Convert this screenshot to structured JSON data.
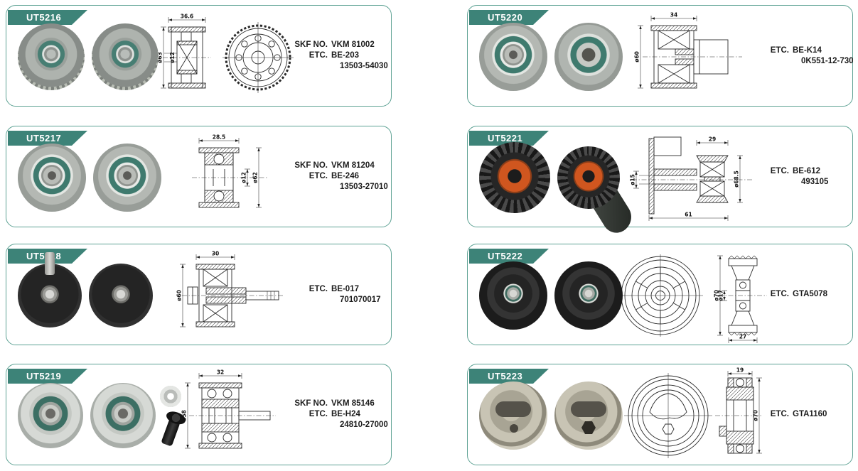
{
  "theme": {
    "tab_bg": "#3d8378",
    "tab_text": "#ffffff",
    "card_border": "#5ea294",
    "text_color": "#1c1c1c"
  },
  "cards": [
    {
      "id": "UT5216",
      "drawing": {
        "dim_top": "36.6",
        "dim_left": "ø63",
        "dim_inner": "ø12"
      },
      "refs": [
        {
          "label": "SKF NO.",
          "value": "VKM 81002"
        },
        {
          "label": "ETC.",
          "value": "BE-203"
        },
        {
          "label": "",
          "value": "13503-54030"
        }
      ]
    },
    {
      "id": "UT5217",
      "drawing": {
        "dim_top": "28.5",
        "dim_inner": "ø12",
        "dim_right": "ø62"
      },
      "refs": [
        {
          "label": "SKF NO.",
          "value": "VKM 81204"
        },
        {
          "label": "ETC.",
          "value": "BE-246"
        },
        {
          "label": "",
          "value": "13503-27010"
        }
      ]
    },
    {
      "id": "UT5218",
      "drawing": {
        "dim_top": "30",
        "dim_left": "ø60"
      },
      "refs": [
        {
          "label": "ETC.",
          "value": "BE-017"
        },
        {
          "label": "",
          "value": "701070017"
        }
      ]
    },
    {
      "id": "UT5219",
      "drawing": {
        "dim_top": "32",
        "dim_left": "ø58"
      },
      "refs": [
        {
          "label": "SKF NO.",
          "value": "VKM 85146"
        },
        {
          "label": "ETC.",
          "value": "BE-H24"
        },
        {
          "label": "",
          "value": "24810-27000"
        }
      ]
    },
    {
      "id": "UT5220",
      "drawing": {
        "dim_top": "34",
        "dim_left": "ø60"
      },
      "refs": [
        {
          "label": "ETC.",
          "value": "BE-K14"
        },
        {
          "label": "",
          "value": "0K551-12-730"
        }
      ]
    },
    {
      "id": "UT5221",
      "drawing": {
        "dim_top": "29",
        "dim_left": "ø15",
        "dim_right": "ø68.5",
        "dim_bottom": "61"
      },
      "refs": [
        {
          "label": "ETC.",
          "value": "BE-612"
        },
        {
          "label": "",
          "value": "493105"
        }
      ]
    },
    {
      "id": "UT5222",
      "drawing": {
        "dim_left": "ø70",
        "dim_inner": "ø17",
        "dim_bottom": "27"
      },
      "refs": [
        {
          "label": "ETC.",
          "value": "GTA5078"
        }
      ]
    },
    {
      "id": "UT5223",
      "drawing": {
        "dim_top": "19",
        "dim_right": "ø70"
      },
      "refs": [
        {
          "label": "ETC.",
          "value": "GTA1160"
        }
      ]
    }
  ]
}
